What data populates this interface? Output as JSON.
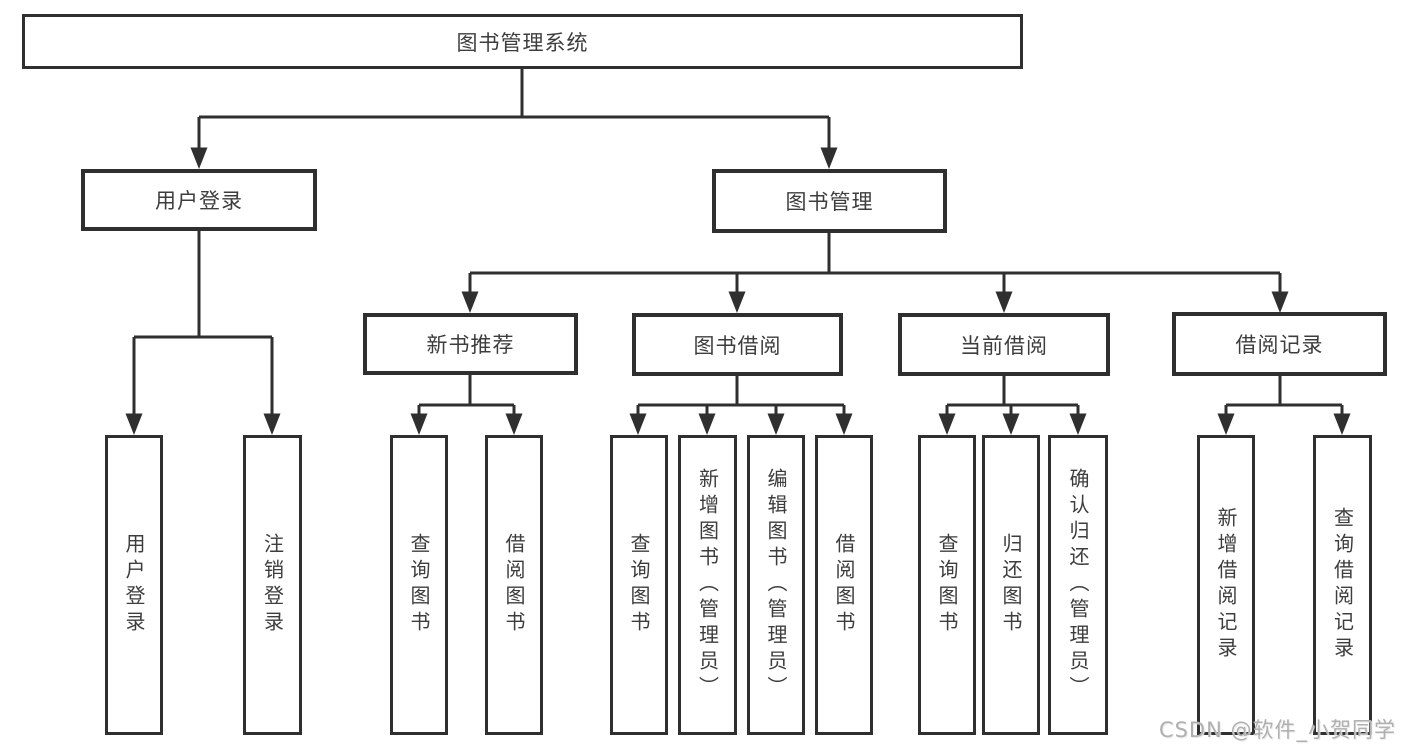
{
  "diagram_title": "图书管理系统",
  "tree": {
    "label": "图书管理系统",
    "children": [
      {
        "label": "用户登录",
        "children": [
          {
            "label": "用户登录"
          },
          {
            "label": "注销登录"
          }
        ]
      },
      {
        "label": "图书管理",
        "children": [
          {
            "label": "新书推荐",
            "children": [
              {
                "label": "查询图书"
              },
              {
                "label": "借阅图书"
              }
            ]
          },
          {
            "label": "图书借阅",
            "children": [
              {
                "label": "查询图书"
              },
              {
                "label": "新增图书（管理员）"
              },
              {
                "label": "编辑图书（管理员）"
              },
              {
                "label": "借阅图书"
              }
            ]
          },
          {
            "label": "当前借阅",
            "children": [
              {
                "label": "查询图书"
              },
              {
                "label": "归还图书"
              },
              {
                "label": "确认归还（管理员）"
              }
            ]
          },
          {
            "label": "借阅记录",
            "children": [
              {
                "label": "新增借阅记录"
              },
              {
                "label": "查询借阅记录"
              }
            ]
          }
        ]
      }
    ]
  },
  "watermark": "CSDN @软件_小贺同学",
  "colors": {
    "line": "#2f2f2f",
    "box_border": "#2f2f2f",
    "text": "#3d3d3d",
    "watermark": "#b0b0b0",
    "background": "#ffffff"
  }
}
